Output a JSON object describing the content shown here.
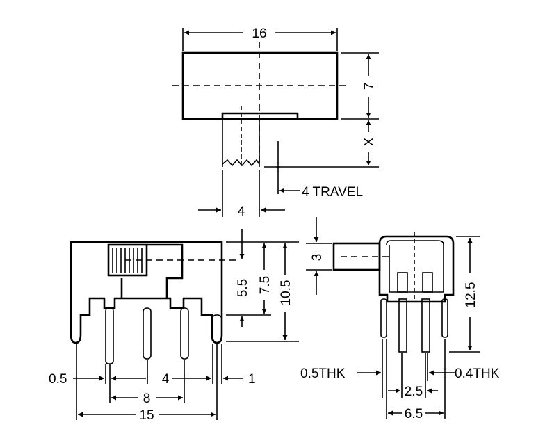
{
  "drawing": {
    "labels": {
      "top_width": "16",
      "top_height": "7",
      "top_x": "X",
      "travel": "4 TRAVEL",
      "knob_width": "4",
      "front_knob_offset": "5.5",
      "front_mid": "7.5",
      "front_total": "10.5",
      "pin_thickness": "0.5",
      "pin_pitch": "4",
      "side_gap": "1",
      "pin_span": "8",
      "body_width": "15",
      "side_knob": "3",
      "side_height": "12.5",
      "side_thk_left": "0.5THK",
      "side_thk_right": "0.4THK",
      "side_pitch": "2.5",
      "side_width": "6.5"
    },
    "colors": {
      "line": "#000000",
      "background": "#ffffff"
    }
  }
}
